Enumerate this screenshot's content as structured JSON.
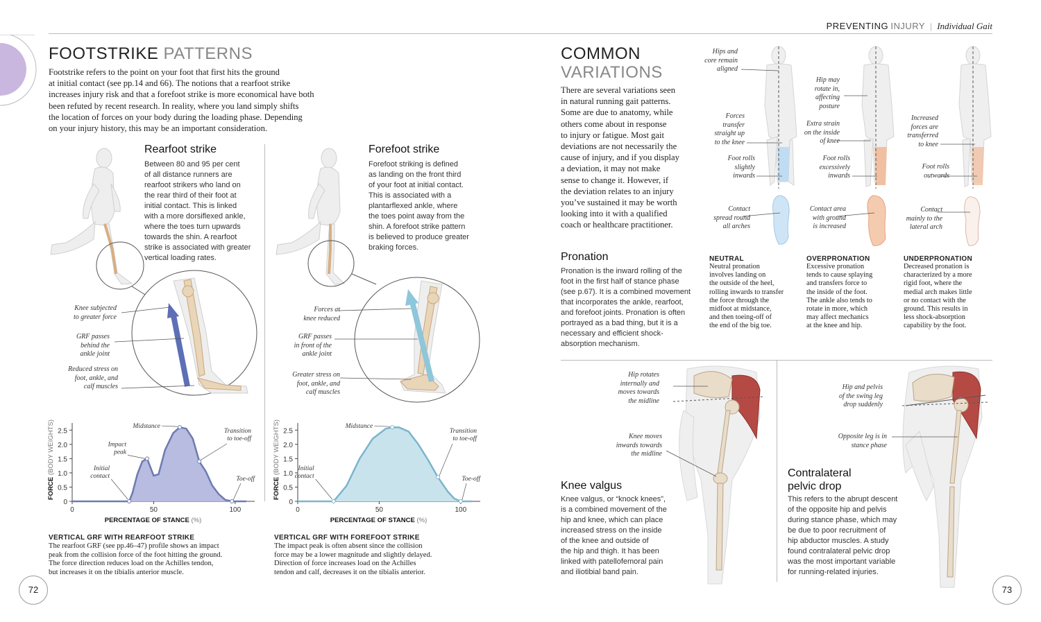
{
  "header": {
    "part_a": "PREVENTING",
    "part_b": "INJURY",
    "separator": "|",
    "part_c": "Individual Gait"
  },
  "left": {
    "title_dark": "FOOTSTRIKE",
    "title_light": "PATTERNS",
    "intro": [
      "Footstrike refers to the point on your foot that first hits the ground",
      "at initial contact (see pp.14 and 66). The notions that a rearfoot strike",
      "increases injury risk and that a forefoot strike is more economical have both",
      "been refuted by recent research. In reality, where you land simply shifts",
      "the location of forces on your body during the loading phase. Depending",
      "on your injury history, this may be an important consideration."
    ],
    "rear": {
      "heading": "Rearfoot strike",
      "text": [
        "Between 80 and 95 per cent",
        "of all distance runners are",
        "rearfoot strikers who land on",
        "the rear third of their foot at",
        "initial contact. This is linked",
        "with a more dorsiflexed ankle,",
        "where the toes turn upwards",
        "towards the shin. A rearfoot",
        "strike is associated with greater",
        "vertical loading rates."
      ],
      "cap1": [
        "Knee subjected",
        "to greater force"
      ],
      "cap2": [
        "GRF passes",
        "behind the",
        "ankle joint"
      ],
      "cap3": [
        "Reduced stress on",
        "foot, ankle, and",
        "calf muscles"
      ],
      "graph_title": "VERTICAL GRF WITH REARFOOT STRIKE",
      "graph_text": [
        "The rearfoot GRF (see pp.46–47) profile shows an impact",
        "peak from the collision force of the foot hitting the ground.",
        "The force direction reduces load on the Achilles tendon,",
        "but increases it on the tibialis anterior muscle."
      ]
    },
    "fore": {
      "heading": "Forefoot strike",
      "text": [
        "Forefoot striking is defined",
        "as landing on the front third",
        "of your foot at initial contact.",
        "This is associated with a",
        "plantarflexed ankle, where",
        "the toes point away from the",
        "shin. A forefoot strike pattern",
        "is believed to produce greater",
        "braking forces."
      ],
      "cap1": [
        "Forces at",
        "knee reduced"
      ],
      "cap2": [
        "GRF passes",
        "in front of the",
        "ankle joint"
      ],
      "cap3": [
        "Greater stress on",
        "foot, ankle, and",
        "calf muscles"
      ],
      "graph_title": "VERTICAL GRF WITH FOREFOOT STRIKE",
      "graph_text": [
        "The impact peak is often absent since the collision",
        "force may be a lower magnitude and slightly delayed.",
        "Direction of force increases load on the Achilles",
        "tendon and calf, decreases it on the tibialis anterior."
      ]
    },
    "page_number": "72"
  },
  "chart_data": [
    {
      "type": "area",
      "title": "VERTICAL GRF WITH REARFOOT STRIKE",
      "xlabel_main": "PERCENTAGE OF STANCE",
      "xlabel_unit": "(%)",
      "ylabel_main": "FORCE",
      "ylabel_unit": "(BODY WEIGHTS)",
      "xlim": [
        0,
        112
      ],
      "ylim": [
        0,
        2.75
      ],
      "x": [
        35,
        37,
        40,
        43,
        46,
        50,
        53,
        57,
        62,
        66,
        70,
        74,
        78,
        82,
        86,
        90,
        94,
        98,
        103
      ],
      "y": [
        0,
        0.3,
        0.95,
        1.4,
        1.5,
        0.9,
        0.95,
        1.8,
        2.4,
        2.6,
        2.55,
        2.2,
        1.4,
        1.05,
        0.55,
        0.25,
        0.05,
        0,
        0
      ],
      "xticks": [
        "0",
        "50",
        "100"
      ],
      "yticks": [
        "0",
        "0.5",
        "1.0",
        "1.5",
        "2.0",
        "2.5"
      ],
      "annotations": {
        "initial": [
          "Initial",
          "contact"
        ],
        "impact": [
          "Impact",
          "peak"
        ],
        "mid": [
          "Midstance"
        ],
        "transition": [
          "Transition",
          "to toe-off"
        ],
        "toeoff": [
          "Toe-off"
        ]
      }
    },
    {
      "type": "area",
      "title": "VERTICAL GRF WITH FOREFOOT STRIKE",
      "xlabel_main": "PERCENTAGE OF STANCE",
      "xlabel_unit": "(%)",
      "ylabel_main": "FORCE",
      "ylabel_unit": "(BODY WEIGHTS)",
      "xlim": [
        0,
        112
      ],
      "ylim": [
        0,
        2.75
      ],
      "x": [
        22,
        30,
        38,
        46,
        54,
        58,
        62,
        68,
        74,
        80,
        86,
        92,
        96,
        100,
        104
      ],
      "y": [
        0,
        0.55,
        1.5,
        2.2,
        2.55,
        2.6,
        2.6,
        2.45,
        2.0,
        1.45,
        0.85,
        0.35,
        0.1,
        0,
        0
      ],
      "xticks": [
        "0",
        "50",
        "100"
      ],
      "yticks": [
        "0",
        "0.5",
        "1.0",
        "1.5",
        "2.0",
        "2.5"
      ],
      "annotations": {
        "initial": [
          "Initial",
          "contact"
        ],
        "mid": [
          "Midstance"
        ],
        "transition": [
          "Transition",
          "to toe-off"
        ],
        "toeoff": [
          "Toe-off"
        ]
      }
    }
  ],
  "right": {
    "title_dark": "COMMON",
    "title_light": "VARIATIONS",
    "intro": [
      "There are several variations seen",
      "in natural running gait patterns.",
      "Some are due to anatomy, while",
      "others come about in response",
      "to injury or fatigue. Most gait",
      "deviations are not necessarily the",
      "cause of injury, and if you display",
      "a deviation, it may not make",
      "sense to change it. However, if",
      "the deviation relates to an injury",
      "you’ve sustained it may be worth",
      "looking into it with a qualified",
      "coach or healthcare practitioner."
    ],
    "fig": {
      "c1": [
        "Hips and",
        "core remain",
        "aligned"
      ],
      "c2": [
        "Forces",
        "transfer",
        "straight up",
        "to the knee"
      ],
      "c3": [
        "Foot rolls",
        "slightly",
        "inwards"
      ],
      "c4": [
        "Contact",
        "spread round",
        "all arches"
      ],
      "c5": [
        "Hip may",
        "rotate in,",
        "affecting",
        "posture"
      ],
      "c6": [
        "Extra strain",
        "on the inside",
        "of knee"
      ],
      "c7": [
        "Foot rolls",
        "excessively",
        "inwards"
      ],
      "c8": [
        "Contact area",
        "with ground",
        "is increased"
      ],
      "c9": [
        "Increased",
        "forces are",
        "transferred",
        "to knee"
      ],
      "c10": [
        "Foot rolls",
        "outwards"
      ],
      "c11": [
        "Contact",
        "mainly to the",
        "lateral arch"
      ]
    },
    "pronation": {
      "heading": "Pronation",
      "text": [
        "Pronation is the inward rolling of the",
        "foot in the first half of stance phase",
        "(see p.67). It is a combined movement",
        "that incorporates the ankle, rearfoot,",
        "and forefoot joints. Pronation is often",
        "portrayed as a bad thing, but it is a",
        "necessary and efficient shock-",
        "absorption mechanism."
      ]
    },
    "neutral": {
      "heading": "NEUTRAL",
      "text": [
        "Neutral pronation",
        "involves landing on",
        "the outside of the heel,",
        "rolling inwards to transfer",
        "the force through the",
        "midfoot at midstance,",
        "and then toeing-off of",
        "the end of the big toe."
      ]
    },
    "over": {
      "heading": "OVERPRONATION",
      "text": [
        "Excessive pronation",
        "tends to cause splaying",
        "and transfers force to",
        "the inside of the foot.",
        "The ankle also tends to",
        "rotate in more, which",
        "may affect mechanics",
        "at the knee and hip."
      ]
    },
    "under": {
      "heading": "UNDERPRONATION",
      "text": [
        "Decreased pronation is",
        "characterized by a more",
        "rigid foot, where the",
        "medial arch makes little",
        "or no contact with the",
        "ground. This results in",
        "less shock-absorption",
        "capability by the foot."
      ]
    },
    "valgus": {
      "cap1": [
        "Hip rotates",
        "internally and",
        "moves towards",
        "the midline"
      ],
      "cap2": [
        "Knee moves",
        "inwards towards",
        "the midline"
      ],
      "heading": "Knee valgus",
      "text": [
        "Knee valgus, or “knock knees”,",
        "is a combined movement of the",
        "hip and knee, which can place",
        "increased stress on the inside",
        "of the knee and outside of",
        "the hip and thigh. It has been",
        "linked with patellofemoral pain",
        "and iliotibial band pain."
      ]
    },
    "drop": {
      "cap1": [
        "Hip and pelvis",
        "of the swing leg",
        "drop suddenly"
      ],
      "cap2": [
        "Opposite leg is in",
        "stance phase"
      ],
      "heading": [
        "Contralateral",
        "pelvic drop"
      ],
      "text": [
        "This refers to the abrupt descent",
        "of the opposite hip and pelvis",
        "during stance phase, which may",
        "be due to poor recruitment of",
        "hip abductor muscles. A study",
        "found contralateral pelvic drop",
        "was the most important variable",
        "for running-related injuries."
      ]
    },
    "page_number": "73"
  },
  "colors": {
    "rear_curve": "#6d7bb0",
    "rear_fill": "#b7bce0",
    "fore_curve": "#7bb5cc",
    "fore_fill": "#c9e3ec",
    "accent_purple": "#c8b8e0",
    "blue_arrow": "#5d6fb5",
    "light_arrow": "#8ec6da",
    "muscle": "#b54a45",
    "blue_zone": "#bfdcf2",
    "peach_zone": "#f0c0a2"
  }
}
